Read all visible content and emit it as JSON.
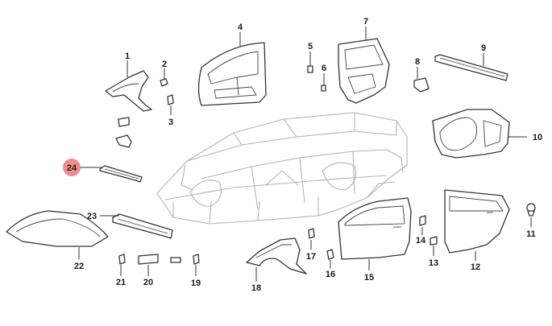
{
  "callouts": {
    "p1": "1",
    "p2": "2",
    "p3": "3",
    "p4": "4",
    "p5": "5",
    "p6": "6",
    "p7": "7",
    "p8": "8",
    "p9": "9",
    "p10": "10",
    "p11": "11",
    "p12": "12",
    "p13": "13",
    "p14": "14",
    "p15": "15",
    "p16": "16",
    "p17": "17",
    "p18": "18",
    "p19": "19",
    "p20": "20",
    "p21": "21",
    "p22": "22",
    "p23": "23",
    "p24": "24"
  },
  "highlighted_callout": "24",
  "colors": {
    "highlight": "#ef8c8c",
    "line": "#333333",
    "body_outline": "#b3b3b3"
  }
}
